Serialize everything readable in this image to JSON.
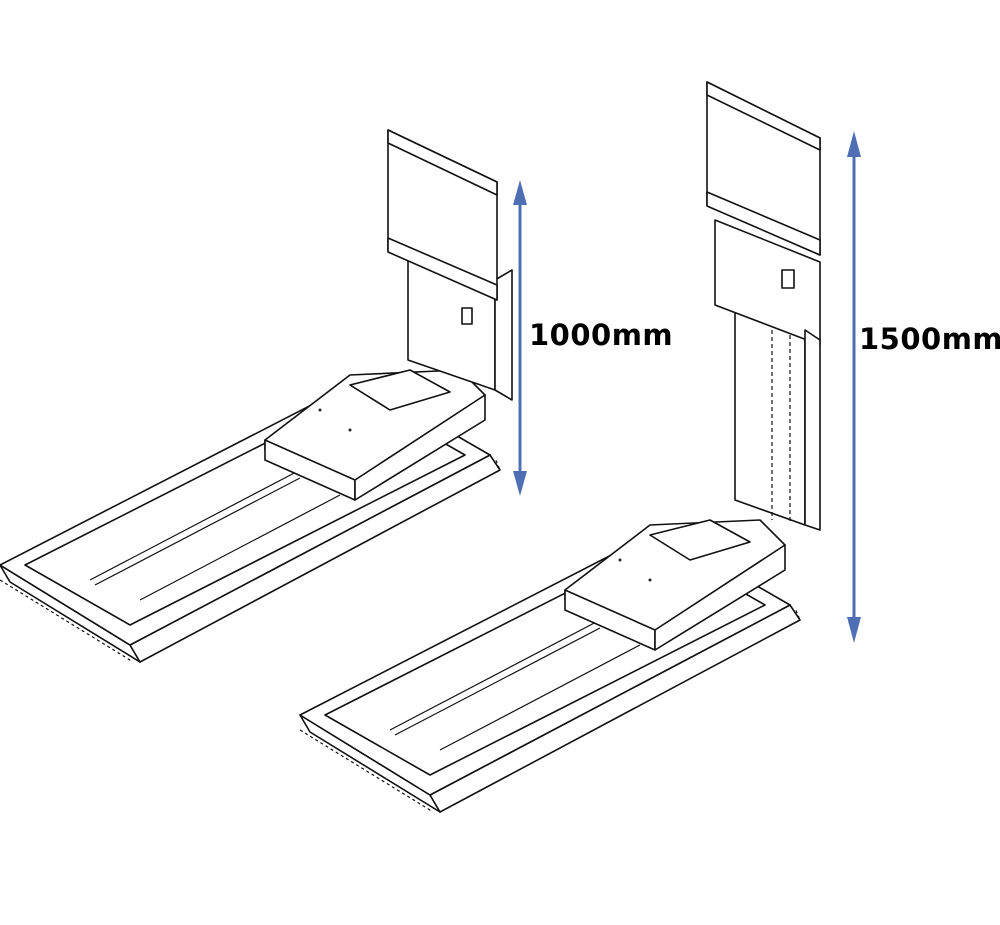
{
  "diagram": {
    "machines": [
      {
        "id": "lift-low",
        "height_label": "1000mm"
      },
      {
        "id": "lift-high",
        "height_label": "1500mm"
      }
    ],
    "arrow_color": "#4f6fb5",
    "line_color": "#111111",
    "background": "#ffffff"
  }
}
